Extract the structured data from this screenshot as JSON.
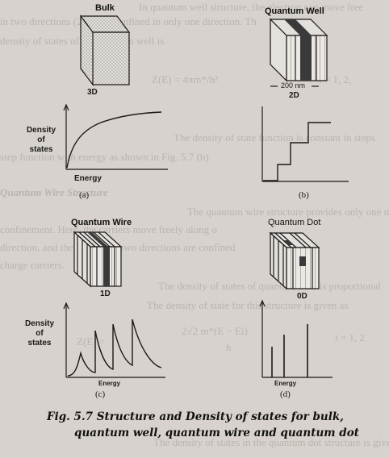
{
  "background_text": [
    "In quantum well structure, the electron can move free",
    "in two directions (2D) and confined in only one direction. Th",
    "density of states of the quantum well is",
    "i = 1, 2,",
    "The density of state function is constant in steps",
    "step function with energy as shown in Fig. 5.7 (b)",
    "Quantum Wire Structure",
    "The quantum wire structure provides only one m",
    "confinement. Here, the carriers move freely along o",
    "direction, and the remaining two directions are confined",
    "charge carriers.",
    "The density of states of quantum wire is proportional",
    "The density of state for this structure is given as",
    "i = 1, 2",
    "The density of states in the quantum dot structure is given"
  ],
  "formula_fragments": [
    "Z(E) = 4πm*/h²",
    "Z(E) =",
    "2√2 m*(E − Ei)",
    "h"
  ],
  "panels": {
    "a": {
      "title": "Bulk",
      "dim": "3D",
      "ylabel": [
        "Density",
        "of",
        "states"
      ],
      "xlabel": "Energy",
      "tag": "(a)"
    },
    "b": {
      "title": "Quantum Well",
      "dim": "2D",
      "width": "200 nm",
      "tag": "(b)"
    },
    "c": {
      "title": "Quantum Wire",
      "dim": "1D",
      "ylabel": [
        "Density",
        "of",
        "states"
      ],
      "xlabel": "Energy",
      "tag": "(c)"
    },
    "d": {
      "title": "Quantum Dot",
      "dim": "0D",
      "xlabel": "Energy",
      "tag": "(d)"
    }
  },
  "caption": {
    "line1": "Fig. 5.7 Structure and Density of states for bulk,",
    "line2": "quantum well, quantum wire and quantum dot"
  },
  "colors": {
    "paper": "#d7d2cd",
    "ink": "#1a1a1a",
    "dark_band": "#3a3a3a",
    "faded_text": "#b9b4ae"
  }
}
